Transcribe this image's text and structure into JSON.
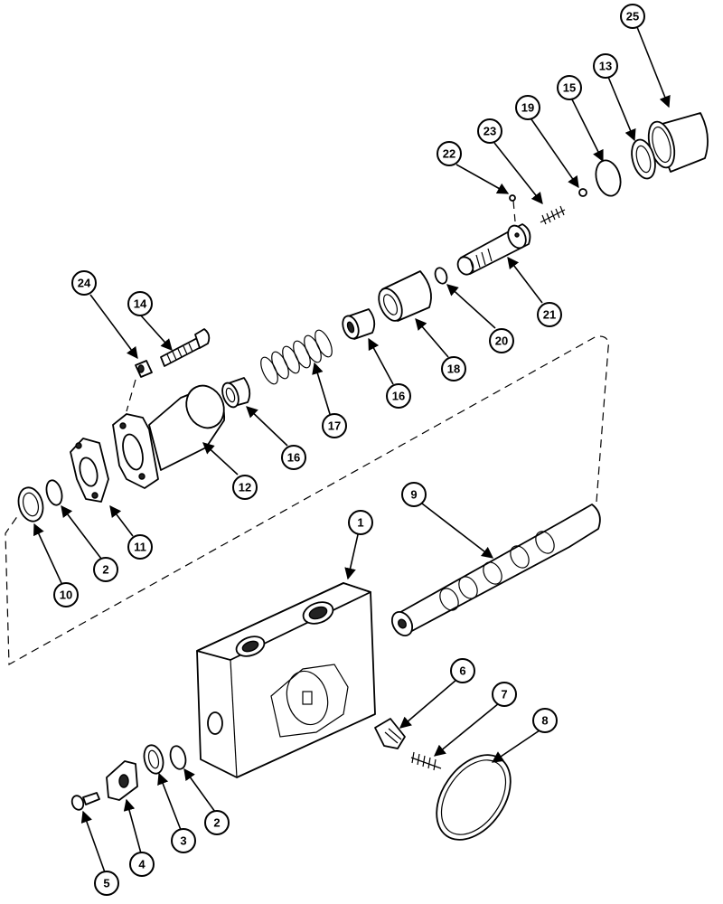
{
  "callouts": [
    {
      "id": "c1",
      "label": "1"
    },
    {
      "id": "c2a",
      "label": "2"
    },
    {
      "id": "c2b",
      "label": "2"
    },
    {
      "id": "c3",
      "label": "3"
    },
    {
      "id": "c4",
      "label": "4"
    },
    {
      "id": "c5",
      "label": "5"
    },
    {
      "id": "c6",
      "label": "6"
    },
    {
      "id": "c7",
      "label": "7"
    },
    {
      "id": "c8",
      "label": "8"
    },
    {
      "id": "c9",
      "label": "9"
    },
    {
      "id": "c10",
      "label": "10"
    },
    {
      "id": "c11",
      "label": "11"
    },
    {
      "id": "c12",
      "label": "12"
    },
    {
      "id": "c13",
      "label": "13"
    },
    {
      "id": "c14",
      "label": "14"
    },
    {
      "id": "c15",
      "label": "15"
    },
    {
      "id": "c16a",
      "label": "16"
    },
    {
      "id": "c16b",
      "label": "16"
    },
    {
      "id": "c17",
      "label": "17"
    },
    {
      "id": "c18",
      "label": "18"
    },
    {
      "id": "c19",
      "label": "19"
    },
    {
      "id": "c20",
      "label": "20"
    },
    {
      "id": "c21",
      "label": "21"
    },
    {
      "id": "c22",
      "label": "22"
    },
    {
      "id": "c23",
      "label": "23"
    },
    {
      "id": "c24",
      "label": "24"
    },
    {
      "id": "c25",
      "label": "25"
    }
  ]
}
